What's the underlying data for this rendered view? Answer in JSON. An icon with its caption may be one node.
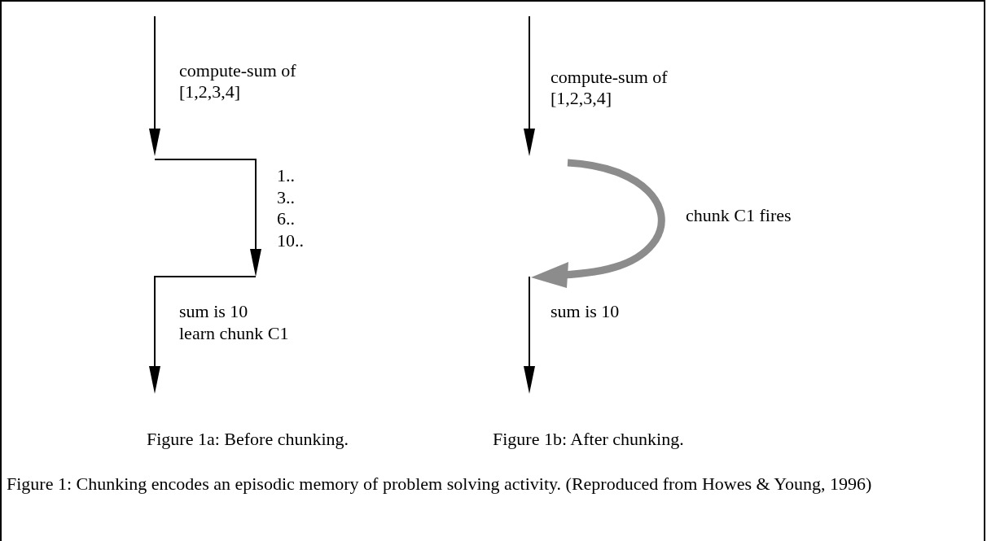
{
  "diagram": {
    "caption": "Figure 1: Chunking encodes an episodic memory of problem solving activity. (Reproduced from Howes & Young, 1996)",
    "labels": [
      "compute-sum of [1,2,3,4]",
      "compute-sum of [1,2,3,4]",
      "1..",
      "3..",
      "chunk C1 fires",
      "6..",
      "10..",
      "sum is 10",
      "learn chunk C1",
      "sum is 10",
      "Figure 1a: Before chunking.",
      "Figure 1b: After chunking."
    ]
  }
}
